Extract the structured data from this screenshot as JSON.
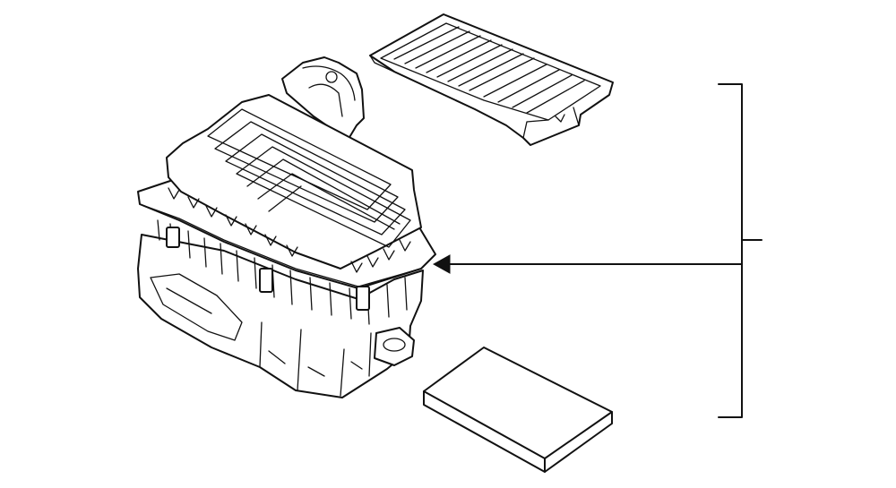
{
  "diagram": {
    "parts": [
      {
        "id": "air-cleaner-housing",
        "icon": "air-cleaner-housing-icon"
      },
      {
        "id": "upper-cover",
        "icon": "upper-cover-icon"
      },
      {
        "id": "air-filter-element",
        "icon": "air-filter-icon"
      }
    ],
    "callout": {
      "style": "bracket-with-arrow"
    },
    "colors": {
      "line": "#111111",
      "background": "#ffffff"
    }
  }
}
